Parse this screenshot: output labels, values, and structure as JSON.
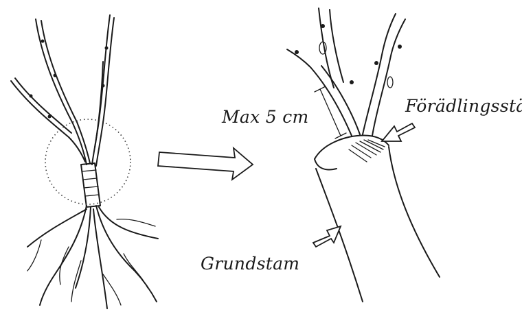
{
  "labels": {
    "max_length": "Max 5 cm",
    "graft_point": "Förädlingsställe",
    "rootstock": "Grundstam"
  }
}
